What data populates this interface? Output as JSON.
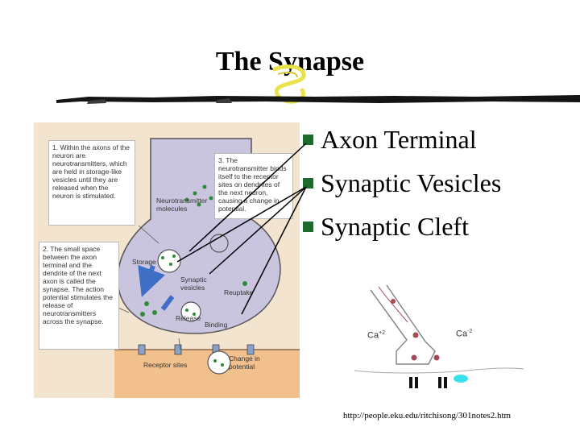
{
  "slide": {
    "title": "The Synapse",
    "bullets": [
      "Axon Terminal",
      "Synaptic Vesicles",
      "Synaptic Cleft"
    ],
    "source_url": "http://people.eku.edu/ritchisong/301notes2.htm"
  },
  "diagram": {
    "box1": "1. Within the axons of the neuron are neurotransmitters, which are held in storage-like vesicles until they are released when the neuron is stimulated.",
    "box2": "2. The small space between the axon terminal and the dendrite of the next axon is called the synapse. The action potential stimulates the release of neurotransmitters across the synapse.",
    "box3": "3. The neurotransmitter binds itself to the receptor sites on dendrites of the next neuron, causing a change in potential.",
    "label_neurotransmitter": "Neurotransmitter molecules",
    "label_storage": "Storage",
    "label_synaptic_vesicles": "Synaptic vesicles",
    "label_reuptake": "Reuptake",
    "label_release": "Release",
    "label_binding": "Binding",
    "label_receptor_sites": "Receptor sites",
    "label_change_potential": "Change in potential"
  },
  "neuron": {
    "ca_left": "Ca",
    "ca_left_charge": "+2",
    "ca_right": "Ca",
    "ca_right_charge": "-2"
  },
  "colors": {
    "bullet": "#1f6b2e",
    "diagram_bg": "#f3e4cf",
    "terminal": "#c9c5df",
    "dendrite": "#f1c08d",
    "swirl": "#e9e24a"
  }
}
